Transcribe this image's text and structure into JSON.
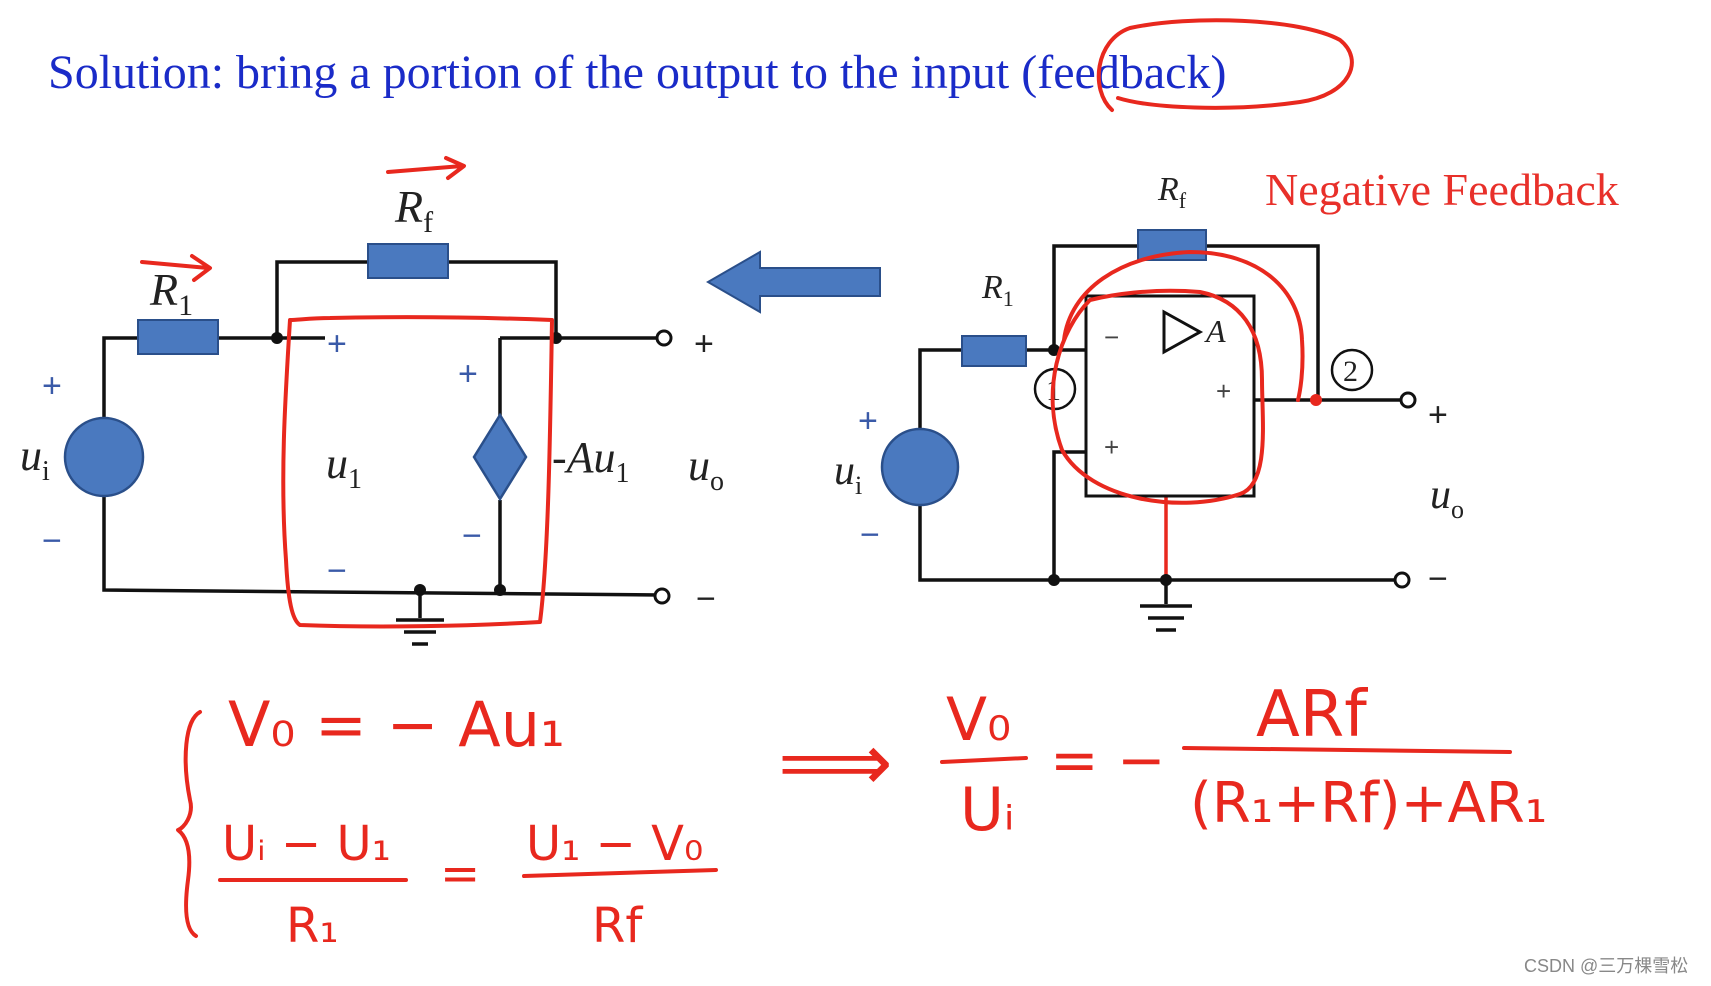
{
  "title": {
    "prefix": "Solution: bring a portion of the output to the input ",
    "highlight": "(feedback)"
  },
  "negative_feedback_label": "Negative Feedback",
  "left_circuit": {
    "r1_label": "R",
    "r1_sub": "1",
    "rf_label": "R",
    "rf_sub": "f",
    "source_label": "u",
    "source_sub": "i",
    "src_plus": "+",
    "src_minus": "−",
    "u1_label": "u",
    "u1_sub": "1",
    "u1_plus": "+",
    "u1_minus": "−",
    "dep_label": "-Au",
    "dep_sub": "1",
    "dep_plus": "+",
    "dep_minus": "−",
    "out_label": "u",
    "out_sub": "o",
    "out_plus": "+",
    "out_minus": "−"
  },
  "right_circuit": {
    "r1_label": "R",
    "r1_sub": "1",
    "rf_label": "R",
    "rf_sub": "f",
    "source_label": "u",
    "source_sub": "i",
    "src_plus": "+",
    "src_minus": "−",
    "opamp_label": "A",
    "opamp_inv": "−",
    "opamp_noninv": "+",
    "opamp_out_plus": "+",
    "node1": "1",
    "node2": "2",
    "out_label": "u",
    "out_sub": "o",
    "out_plus": "+",
    "out_minus": "−"
  },
  "equations": {
    "eq1": "V₀ = − Au₁",
    "eq2_num_left": "Uᵢ − U₁",
    "eq2_den_left": "R₁",
    "eq2_equals": "=",
    "eq2_num_right": "U₁ − V₀",
    "eq2_den_right": "Rf",
    "implies": "⟹",
    "result_num_left": "V₀",
    "result_den_left": "Uᵢ",
    "result_equals": "= −",
    "result_num_right": "ARf",
    "result_den_right": "(R₁+Rf)+AR₁"
  },
  "watermark": "CSDN @三万棵雪松"
}
